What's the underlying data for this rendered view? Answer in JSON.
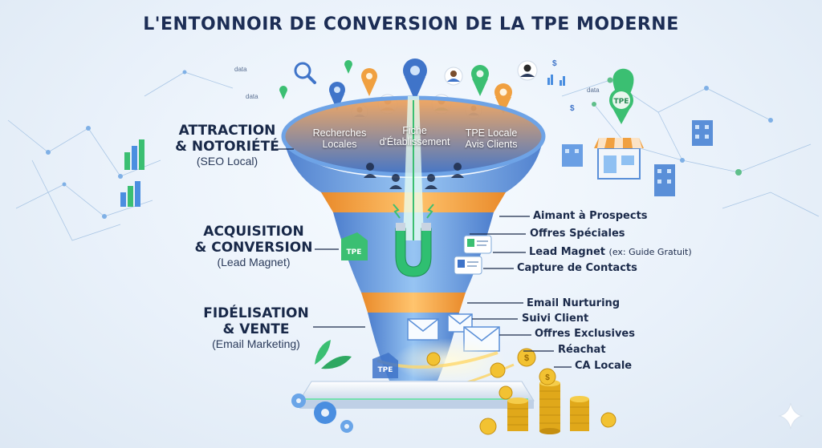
{
  "title": "L'ENTONNOIR DE CONVERSION DE LA TPE MODERNE",
  "stages": [
    {
      "heading_1": "ATTRACTION",
      "heading_2": "& NOTORIÉTÉ",
      "sub": "(SEO Local)"
    },
    {
      "heading_1": "ACQUISITION",
      "heading_2": "& CONVERSION",
      "sub": "(Lead Magnet)"
    },
    {
      "heading_1": "FIDÉLISATION",
      "heading_2": "& VENTE",
      "sub": "(Email Marketing)"
    }
  ],
  "rim_labels": [
    {
      "line1": "Recherches",
      "line2": "Locales"
    },
    {
      "line1": "Fiche",
      "line2": "d'Établissement"
    },
    {
      "line1": "TPE Locale",
      "line2": "Avis Clients"
    }
  ],
  "acquisition_items": [
    {
      "label": "Aimant à Prospects"
    },
    {
      "label": "Offres Spéciales"
    },
    {
      "label": "Lead Magnet",
      "note": "(ex: Guide Gratuit)"
    },
    {
      "label": "Capture de Contacts"
    }
  ],
  "fidelisation_items": [
    {
      "label": "Email Nurturing"
    },
    {
      "label": "Suivi Client"
    },
    {
      "label": "Offres Exclusives"
    },
    {
      "label": "Réachat"
    },
    {
      "label": "CA Locale"
    }
  ],
  "badges": {
    "tpe": "TPE"
  },
  "data_tags": [
    "data",
    "data",
    "data"
  ],
  "colors": {
    "funnel_blue": "#5a8fd8",
    "funnel_orange": "#f0a040",
    "magnet_green": "#2fbf71",
    "coin_gold": "#e8b320",
    "title_navy": "#1c2d55"
  },
  "icons": [
    "search-icon",
    "map-pin-icon",
    "user-avatar-icon",
    "dollar-icon",
    "magnet-icon",
    "envelope-icon",
    "id-card-icon",
    "coin-stack-icon",
    "gear-icon",
    "building-icon",
    "store-icon",
    "bar-chart-icon",
    "leaf-icon",
    "sparkle-icon"
  ]
}
